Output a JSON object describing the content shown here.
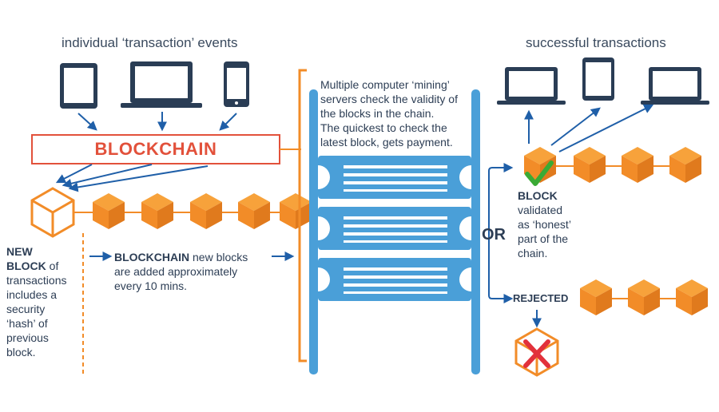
{
  "headings": {
    "left": "individual ‘transaction’ events",
    "right": "successful transactions"
  },
  "blockchain_label": "BLOCKCHAIN",
  "mining_text": [
    "Multiple computer ‘mining’",
    "servers check the validity of",
    "the blocks in the chain.",
    "The quickest to check the",
    "latest block, gets payment."
  ],
  "new_block": {
    "title": "NEW",
    "lines": [
      "BLOCK of",
      "transactions",
      "includes a",
      "security",
      "‘hash’ of",
      "previous",
      "block."
    ]
  },
  "chain_note": {
    "title": "BLOCKCHAIN",
    "line1": "new blocks",
    "line2": "are added approximately",
    "line3": "every 10 mins."
  },
  "or_label": "OR",
  "validated": {
    "title": "BLOCK",
    "lines": [
      "validated",
      "as ‘honest’",
      "part of the",
      "chain."
    ]
  },
  "rejected_label": "REJECTED",
  "colors": {
    "orange": "#f28c28",
    "orange_dark": "#d9711b",
    "red": "#e2513b",
    "navy": "#2a3d55",
    "blue_arrow": "#1f5fa8",
    "server_blue": "#4a9fd8",
    "green": "#3aaa35"
  },
  "icons": [
    "tablet-icon",
    "laptop-icon",
    "phone-icon",
    "server-icon",
    "cube-icon",
    "checkmark-icon",
    "cross-icon"
  ]
}
